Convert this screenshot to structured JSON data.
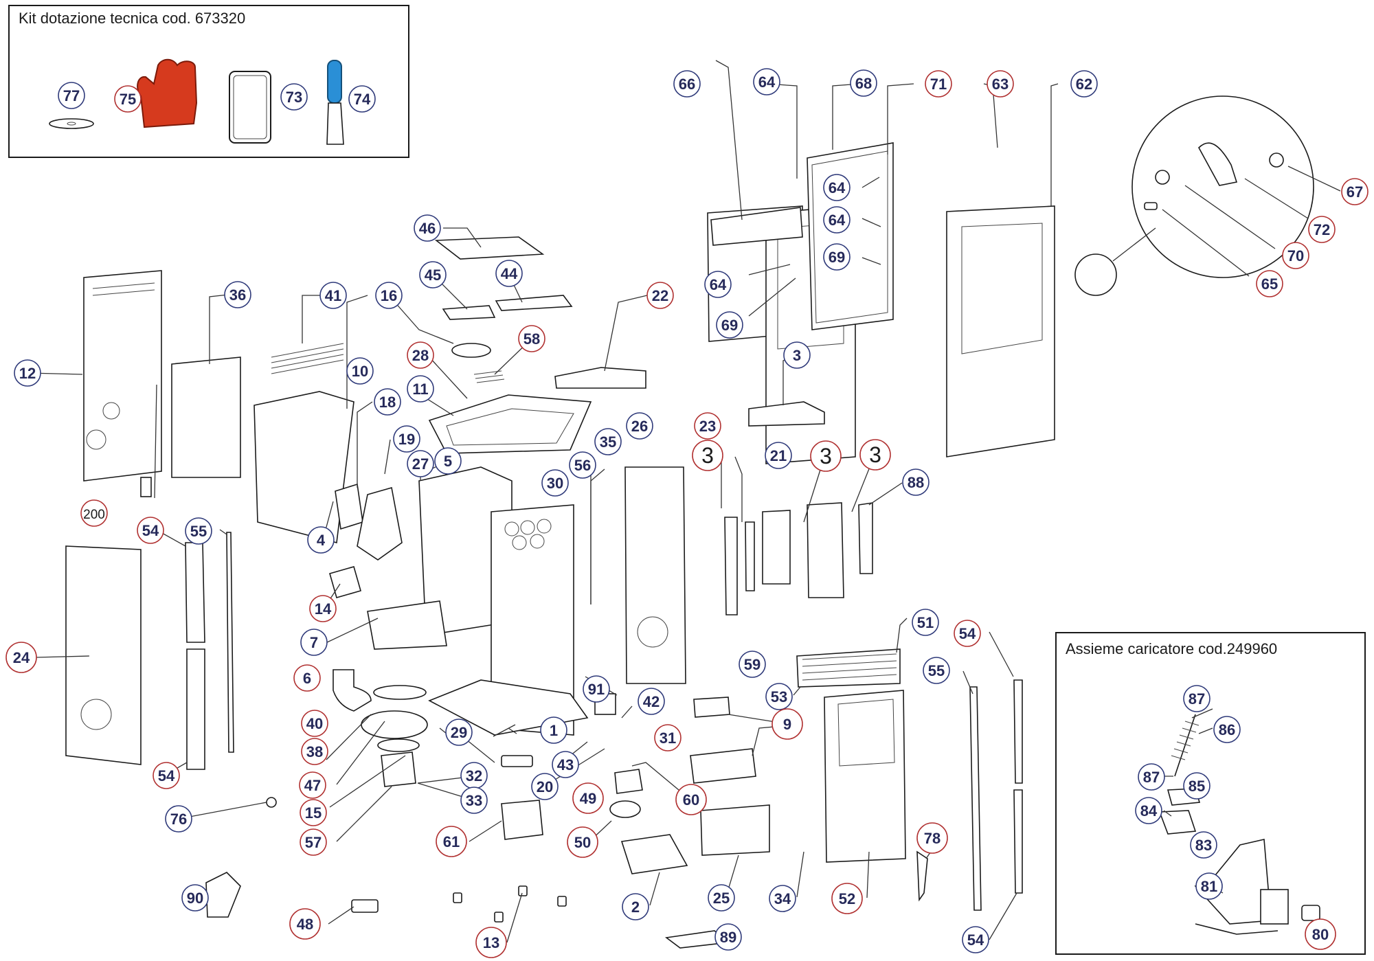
{
  "kit_box": {
    "title": "Kit  dotazione  tecnica  cod.  673320"
  },
  "loader_box": {
    "title": "Assieme  caricatore     cod.249960"
  },
  "colors": {
    "callout_text": "#262a5a",
    "ring_red": "#b03030",
    "ring_blue": "#2f3a7a",
    "glove": "#d63a1e",
    "scraper_handle": "#2a8fd6"
  },
  "callouts": [
    {
      "label": "77",
      "ring": "blue"
    },
    {
      "label": "75",
      "ring": "red"
    },
    {
      "label": "73",
      "ring": "blue"
    },
    {
      "label": "74",
      "ring": "blue"
    },
    {
      "label": "66",
      "ring": "blue"
    },
    {
      "label": "64",
      "ring": "blue"
    },
    {
      "label": "68",
      "ring": "blue"
    },
    {
      "label": "71",
      "ring": "red"
    },
    {
      "label": "63",
      "ring": "red"
    },
    {
      "label": "62",
      "ring": "blue"
    },
    {
      "label": "67",
      "ring": "red"
    },
    {
      "label": "72",
      "ring": "red"
    },
    {
      "label": "70",
      "ring": "red"
    },
    {
      "label": "65",
      "ring": "red"
    },
    {
      "label": "64",
      "ring": "blue"
    },
    {
      "label": "64",
      "ring": "blue"
    },
    {
      "label": "69",
      "ring": "blue"
    },
    {
      "label": "64",
      "ring": "blue"
    },
    {
      "label": "69",
      "ring": "blue"
    },
    {
      "label": "46",
      "ring": "blue"
    },
    {
      "label": "45",
      "ring": "blue"
    },
    {
      "label": "44",
      "ring": "blue"
    },
    {
      "label": "36",
      "ring": "blue"
    },
    {
      "label": "41",
      "ring": "blue"
    },
    {
      "label": "16",
      "ring": "blue"
    },
    {
      "label": "22",
      "ring": "red"
    },
    {
      "label": "58",
      "ring": "red"
    },
    {
      "label": "28",
      "ring": "red"
    },
    {
      "label": "12",
      "ring": "blue"
    },
    {
      "label": "10",
      "ring": "blue"
    },
    {
      "label": "11",
      "ring": "blue"
    },
    {
      "label": "18",
      "ring": "blue"
    },
    {
      "label": "3",
      "ring": "blue"
    },
    {
      "label": "26",
      "ring": "blue"
    },
    {
      "label": "35",
      "ring": "blue"
    },
    {
      "label": "23",
      "ring": "red"
    },
    {
      "label": "19",
      "ring": "blue"
    },
    {
      "label": "27",
      "ring": "blue"
    },
    {
      "label": "5",
      "ring": "blue"
    },
    {
      "label": "3",
      "ring": "red"
    },
    {
      "label": "21",
      "ring": "blue"
    },
    {
      "label": "3",
      "ring": "red"
    },
    {
      "label": "3",
      "ring": "red"
    },
    {
      "label": "88",
      "ring": "blue"
    },
    {
      "label": "56",
      "ring": "blue"
    },
    {
      "label": "30",
      "ring": "blue"
    },
    {
      "label": "200",
      "ring": "red"
    },
    {
      "label": "54",
      "ring": "red"
    },
    {
      "label": "55",
      "ring": "blue"
    },
    {
      "label": "4",
      "ring": "blue"
    },
    {
      "label": "14",
      "ring": "red"
    },
    {
      "label": "24",
      "ring": "red"
    },
    {
      "label": "7",
      "ring": "blue"
    },
    {
      "label": "6",
      "ring": "red"
    },
    {
      "label": "51",
      "ring": "blue"
    },
    {
      "label": "54",
      "ring": "red"
    },
    {
      "label": "55",
      "ring": "blue"
    },
    {
      "label": "59",
      "ring": "blue"
    },
    {
      "label": "91",
      "ring": "blue"
    },
    {
      "label": "42",
      "ring": "blue"
    },
    {
      "label": "53",
      "ring": "blue"
    },
    {
      "label": "9",
      "ring": "red"
    },
    {
      "label": "40",
      "ring": "red"
    },
    {
      "label": "1",
      "ring": "blue"
    },
    {
      "label": "31",
      "ring": "red"
    },
    {
      "label": "38",
      "ring": "red"
    },
    {
      "label": "29",
      "ring": "blue"
    },
    {
      "label": "43",
      "ring": "blue"
    },
    {
      "label": "20",
      "ring": "blue"
    },
    {
      "label": "47",
      "ring": "red"
    },
    {
      "label": "54",
      "ring": "red"
    },
    {
      "label": "32",
      "ring": "blue"
    },
    {
      "label": "33",
      "ring": "blue"
    },
    {
      "label": "49",
      "ring": "red"
    },
    {
      "label": "60",
      "ring": "red"
    },
    {
      "label": "15",
      "ring": "red"
    },
    {
      "label": "76",
      "ring": "blue"
    },
    {
      "label": "57",
      "ring": "red"
    },
    {
      "label": "61",
      "ring": "red"
    },
    {
      "label": "50",
      "ring": "red"
    },
    {
      "label": "78",
      "ring": "red"
    },
    {
      "label": "25",
      "ring": "blue"
    },
    {
      "label": "34",
      "ring": "blue"
    },
    {
      "label": "52",
      "ring": "red"
    },
    {
      "label": "2",
      "ring": "blue"
    },
    {
      "label": "90",
      "ring": "blue"
    },
    {
      "label": "48",
      "ring": "red"
    },
    {
      "label": "13",
      "ring": "red"
    },
    {
      "label": "89",
      "ring": "blue"
    },
    {
      "label": "54",
      "ring": "blue"
    },
    {
      "label": "87",
      "ring": "blue"
    },
    {
      "label": "86",
      "ring": "blue"
    },
    {
      "label": "87",
      "ring": "blue"
    },
    {
      "label": "85",
      "ring": "blue"
    },
    {
      "label": "84",
      "ring": "blue"
    },
    {
      "label": "83",
      "ring": "blue"
    },
    {
      "label": "81",
      "ring": "blue"
    },
    {
      "label": "80",
      "ring": "red"
    }
  ]
}
